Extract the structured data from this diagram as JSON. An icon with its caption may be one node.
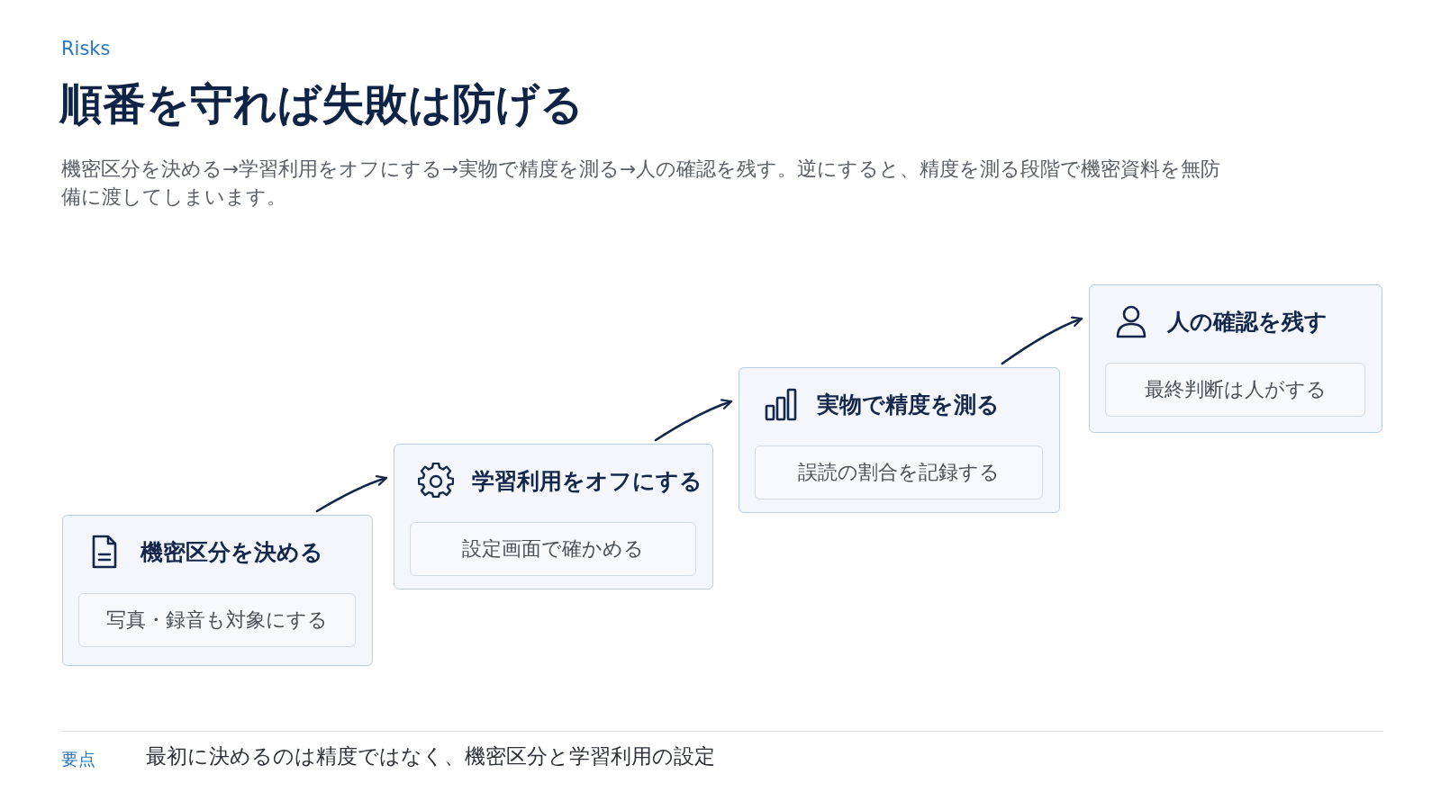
{
  "diagram": {
    "title": "順番を守れば失敗は防げる",
    "nodes": [
      {
        "text": [
          "機密区分を決める"
        ]
      },
      {
        "text": [
          "写真・録音も対象にする"
        ],
        "in": 0
      },
      {
        "text": [
          "学習利用をオフにする"
        ]
      },
      {
        "text": [
          "設定画面で確かめる"
        ],
        "in": 2
      },
      {
        "text": [
          "実物で精度を測る"
        ]
      },
      {
        "text": [
          "誤読の割合を記録する"
        ],
        "in": 4
      },
      {
        "text": [
          "人の確認を残す"
        ]
      },
      {
        "text": [
          "最終判断は人がする"
        ],
        "in": 6
      }
    ],
    "edges": [
      {
        "from": 0,
        "to": 2,
        "arrow": "to"
      },
      {
        "from": 2,
        "to": 4,
        "arrow": "to"
      },
      {
        "from": 4,
        "to": 6,
        "arrow": "to"
      }
    ],
    "labels": [
      "Risks",
      "機密区分を決める→学習利用をオフにする→実物で精度を測る→人の確認を残す。逆にすると、精度を測る段階で機密資料を無防備に渡してしまいます。",
      "要点",
      "最初に決めるのは精度ではなく、機密区分と学習利用の設定"
    ]
  }
}
